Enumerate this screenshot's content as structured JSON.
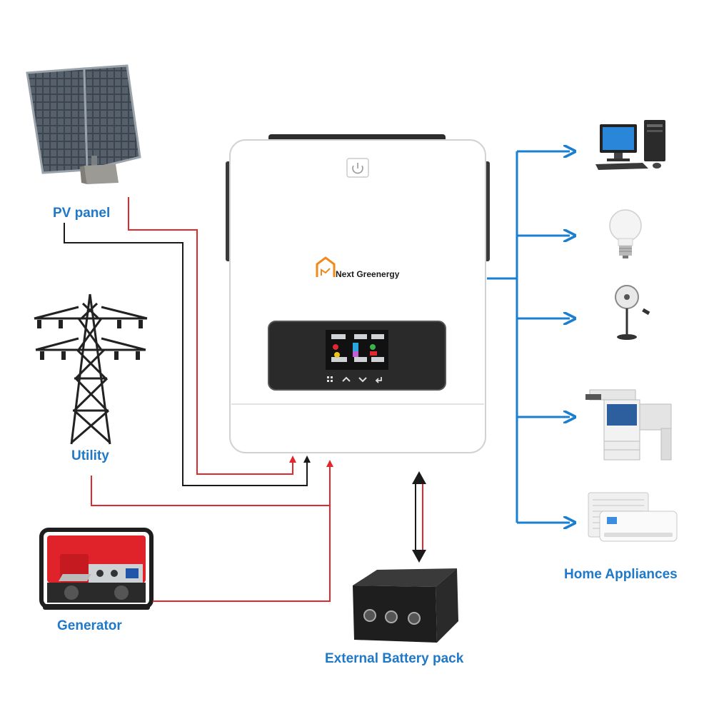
{
  "labels": {
    "pv_panel": "PV panel",
    "utility": "Utility",
    "generator": "Generator",
    "battery": "External Battery pack",
    "appliances": "Home Appliances"
  },
  "inverter": {
    "brand": "Next Greenergy"
  },
  "colors": {
    "label_blue": "#1f78c8",
    "wire_red": "#e0282e",
    "wire_black": "#1a1a1a",
    "arrow_blue": "#1a7fd0",
    "brand_orange": "#f08a1c"
  },
  "icons": [
    "solar-panel-icon",
    "transmission-tower-icon",
    "generator-icon",
    "inverter-icon",
    "battery-pack-icon",
    "computer-icon",
    "light-bulb-icon",
    "fan-icon",
    "copier-icon",
    "air-conditioner-icon"
  ]
}
